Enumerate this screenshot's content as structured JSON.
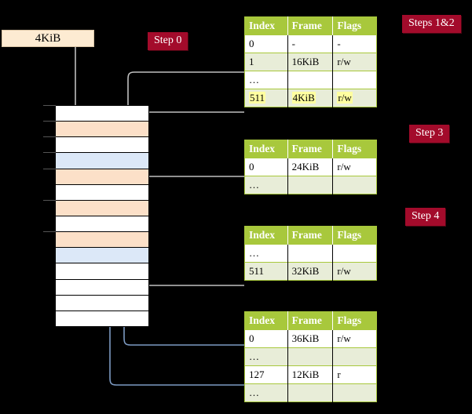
{
  "diagram": {
    "title_absent": true,
    "background_color": "#000000",
    "source_block": {
      "label": "4KiB"
    },
    "badges": [
      {
        "id": "step0",
        "label": "Step 0"
      },
      {
        "id": "steps12",
        "label": "Steps 1&2"
      },
      {
        "id": "step3",
        "label": "Step 3"
      },
      {
        "id": "step4",
        "label": "Step 4"
      }
    ],
    "memory_column": {
      "row_colors": [
        "white",
        "peach",
        "white",
        "blue",
        "peach",
        "white",
        "peach",
        "white",
        "peach",
        "blue",
        "white",
        "white",
        "white",
        "white"
      ]
    },
    "tables": [
      {
        "id": "table-steps-1-2",
        "columns": [
          "Index",
          "Frame",
          "Flags"
        ],
        "rows": [
          {
            "cells": [
              "0",
              "-",
              "-"
            ],
            "alt": false,
            "highlight": false
          },
          {
            "cells": [
              "1",
              "16KiB",
              "r/w"
            ],
            "alt": true,
            "highlight": false
          },
          {
            "cells": [
              "…",
              "",
              ""
            ],
            "alt": false,
            "highlight": false
          },
          {
            "cells": [
              "511",
              "4KiB",
              "r/w"
            ],
            "alt": true,
            "highlight": true
          }
        ]
      },
      {
        "id": "table-step-3",
        "columns": [
          "Index",
          "Frame",
          "Flags"
        ],
        "rows": [
          {
            "cells": [
              "0",
              "24KiB",
              "r/w"
            ],
            "alt": false,
            "highlight": false
          },
          {
            "cells": [
              "…",
              "",
              ""
            ],
            "alt": true,
            "highlight": false
          }
        ]
      },
      {
        "id": "table-step-4a",
        "columns": [
          "Index",
          "Frame",
          "Flags"
        ],
        "rows": [
          {
            "cells": [
              "…",
              "",
              ""
            ],
            "alt": false,
            "highlight": false
          },
          {
            "cells": [
              "511",
              "32KiB",
              "r/w"
            ],
            "alt": true,
            "highlight": false
          }
        ]
      },
      {
        "id": "table-step-4b",
        "columns": [
          "Index",
          "Frame",
          "Flags"
        ],
        "rows": [
          {
            "cells": [
              "0",
              "36KiB",
              "r/w"
            ],
            "alt": false,
            "highlight": false
          },
          {
            "cells": [
              "…",
              "",
              ""
            ],
            "alt": true,
            "highlight": false
          },
          {
            "cells": [
              "127",
              "12KiB",
              "r"
            ],
            "alt": false,
            "highlight": false
          },
          {
            "cells": [
              "…",
              "",
              ""
            ],
            "alt": true,
            "highlight": false
          }
        ]
      }
    ],
    "colors": {
      "badge": "#A30B2B",
      "table_header": "#A8C83C",
      "table_alt_row": "#E8EDD8",
      "highlight": "#FFFFA0",
      "memory_peach": "#FCE0C8",
      "memory_blue": "#DCE8F8",
      "source_box": "#FDEBD2",
      "arrow_gray": "#BFBFBF",
      "arrow_blue": "#6E8CB4"
    }
  }
}
